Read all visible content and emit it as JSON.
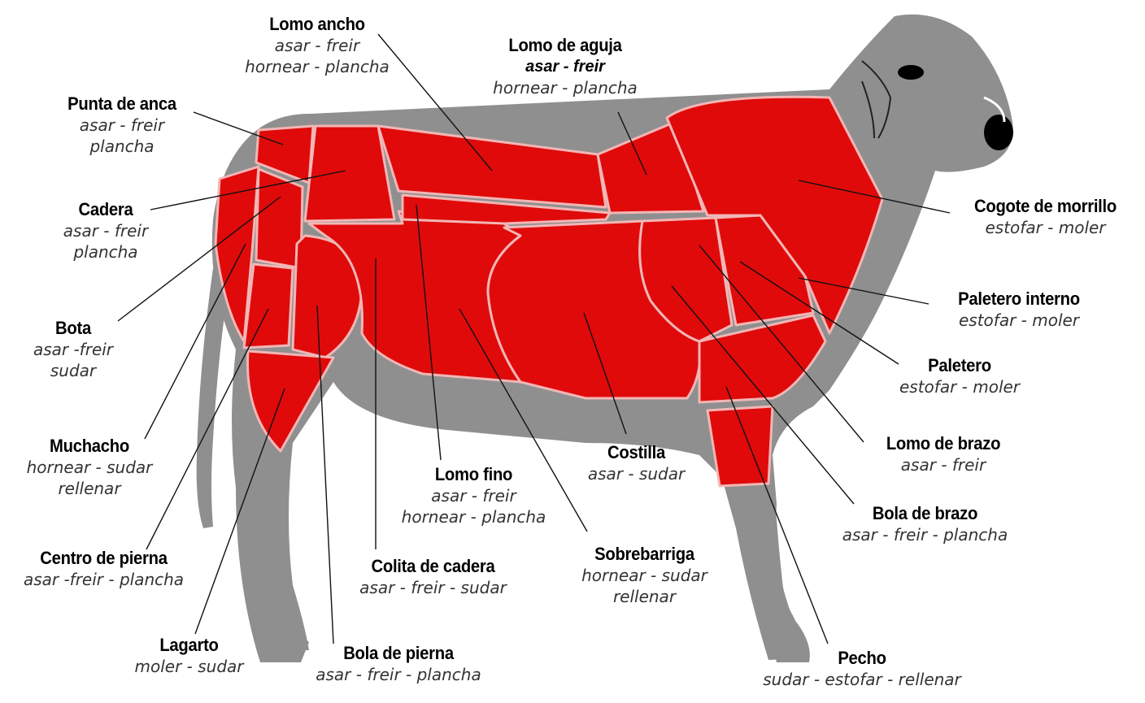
{
  "cuts": [
    {
      "name": "Lomo ancho",
      "uses": [
        "asar - freir",
        "hornear - plancha"
      ]
    },
    {
      "name": "Lomo de aguja",
      "uses": [
        "asar - freir",
        "hornear - plancha"
      ]
    },
    {
      "name": "Punta de anca",
      "uses": [
        "asar - freir",
        "plancha"
      ]
    },
    {
      "name": "Cadera",
      "uses": [
        "asar - freir",
        "plancha"
      ]
    },
    {
      "name": "Bota",
      "uses": [
        "asar -freir",
        "sudar"
      ]
    },
    {
      "name": "Muchacho",
      "uses": [
        "hornear - sudar",
        "rellenar"
      ]
    },
    {
      "name": "Centro de  pierna",
      "uses": [
        "asar -freir -  plancha"
      ]
    },
    {
      "name": "Lagarto",
      "uses": [
        "moler - sudar"
      ]
    },
    {
      "name": "Bola de pierna",
      "uses": [
        "asar - freir - plancha"
      ]
    },
    {
      "name": "Colita de cadera",
      "uses": [
        "asar - freir - sudar"
      ]
    },
    {
      "name": "Lomo fino",
      "uses": [
        "asar - freir",
        "hornear - plancha"
      ]
    },
    {
      "name": "Sobrebarriga",
      "uses": [
        "hornear - sudar",
        "rellenar"
      ]
    },
    {
      "name": "Costilla",
      "uses": [
        "asar - sudar"
      ]
    },
    {
      "name": "Cogote de morrillo",
      "uses": [
        "estofar - moler"
      ]
    },
    {
      "name": "Paletero interno",
      "uses": [
        "estofar - moler"
      ]
    },
    {
      "name": "Paletero",
      "uses": [
        "estofar - moler"
      ]
    },
    {
      "name": "Lomo de brazo",
      "uses": [
        "asar - freir"
      ]
    },
    {
      "name": "Bola de brazo",
      "uses": [
        "asar - freir - plancha"
      ]
    },
    {
      "name": "Pecho",
      "uses": [
        "sudar - estofar - rellenar"
      ]
    }
  ],
  "colors": {
    "meat": "#e00a0a",
    "body": "#8f8f8f",
    "seam": "#f2b6b6",
    "leader": "#111111"
  }
}
